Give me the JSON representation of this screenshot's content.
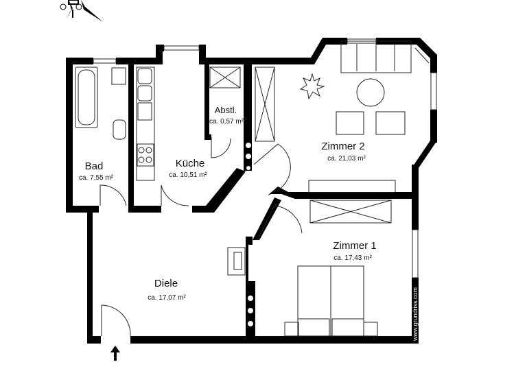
{
  "rooms": [
    {
      "name": "Bad",
      "area": "ca. 7,55 m²"
    },
    {
      "name": "Küche",
      "area": "ca. 10,51 m²"
    },
    {
      "name": "Abstl.",
      "area": "ca. 0,57 m²"
    },
    {
      "name": "Zimmer 2",
      "area": "ca. 21,03 m²"
    },
    {
      "name": "Zimmer 1",
      "area": "ca. 17,43 m²"
    },
    {
      "name": "Diele",
      "area": "ca. 17,07 m²"
    }
  ],
  "watermark": "www.grundriss.com",
  "icons": {
    "compass": "compass-rose-icon",
    "entrance": "entrance-arrow-icon"
  },
  "colors": {
    "wall": "#000000",
    "background": "#ffffff"
  }
}
